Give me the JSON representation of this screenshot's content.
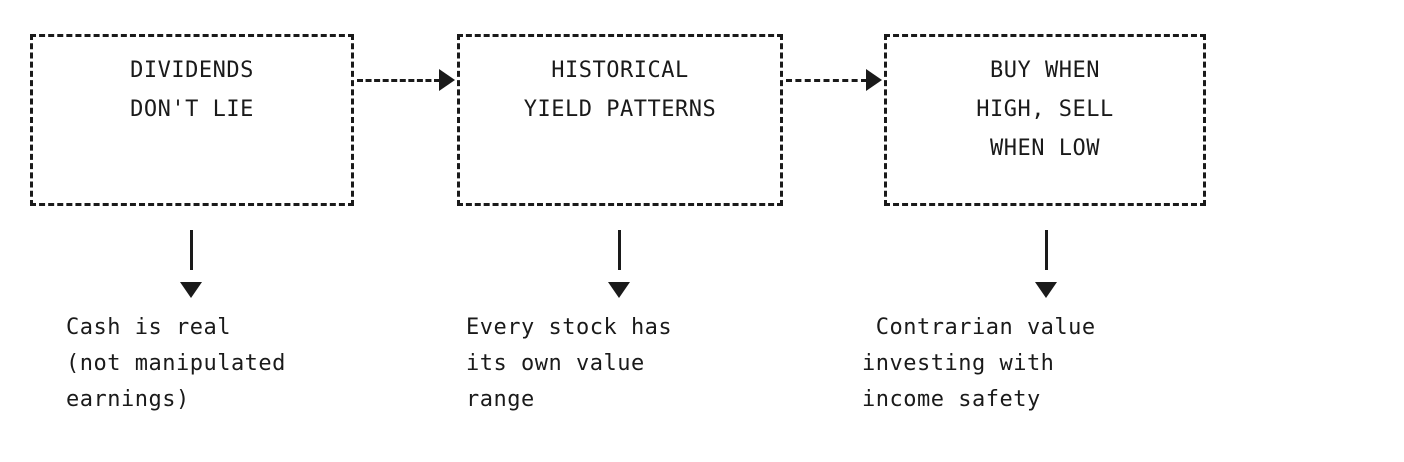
{
  "diagram": {
    "type": "flowchart",
    "orientation": "horizontal",
    "style": "ascii-monospace",
    "background_color": "#ffffff",
    "ink_color": "#1a1a1a",
    "nodes": [
      {
        "id": "node-1",
        "text": "DIVIDENDS\nDON'T LIE",
        "border": "dashed",
        "caption": "Cash is real\n(not manipulated\nearnings)"
      },
      {
        "id": "node-2",
        "text": "HISTORICAL\nYIELD PATTERNS",
        "border": "dashed",
        "caption": "Every stock has\nits own value\nrange"
      },
      {
        "id": "node-3",
        "text": "BUY WHEN\nHIGH, SELL\nWHEN LOW",
        "border": "dashed",
        "caption": " Contrarian value\ninvesting with\nincome safety"
      }
    ],
    "connectors": [
      {
        "id": "connector-1-2",
        "from": "node-1",
        "to": "node-2",
        "direction": "right",
        "glyph": "arrow-right-icon"
      },
      {
        "id": "connector-2-3",
        "from": "node-2",
        "to": "node-3",
        "direction": "right",
        "glyph": "arrow-right-icon"
      },
      {
        "id": "connector-1-caption",
        "from": "node-1",
        "to": "caption-1",
        "direction": "down",
        "glyph": "arrow-down-icon"
      },
      {
        "id": "connector-2-caption",
        "from": "node-2",
        "to": "caption-2",
        "direction": "down",
        "glyph": "arrow-down-icon"
      },
      {
        "id": "connector-3-caption",
        "from": "node-3",
        "to": "caption-3",
        "direction": "down",
        "glyph": "arrow-down-icon"
      }
    ]
  }
}
